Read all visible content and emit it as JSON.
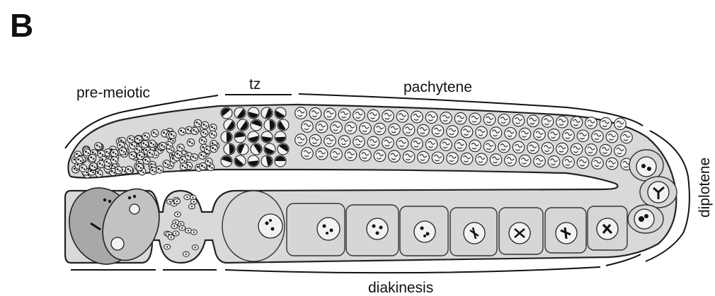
{
  "panel_label": "B",
  "stages": {
    "pre_meiotic": "pre-meiotic",
    "tz": "tz",
    "pachytene": "pachytene",
    "diplotene": "diplotene",
    "diakinesis": "diakinesis"
  },
  "colors": {
    "gonad_fill": "#d9d9d9",
    "oocyte_fill": "#a8a8a8",
    "nucleus_fill": "#f2f2f2",
    "outline": "#222222"
  }
}
